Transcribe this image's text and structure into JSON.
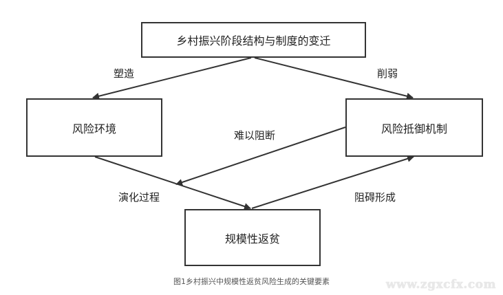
{
  "nodes": {
    "top": "乡村振兴阶段结构与制度的变迁",
    "left": "风险环境",
    "right": "风险抵御机制",
    "bottom": "规模性返贫"
  },
  "edges": {
    "top_to_left": "塑造",
    "top_to_right": "削弱",
    "right_to_middle": "难以阻断",
    "left_to_bottom": "演化过程",
    "bottom_to_right": "阻碍形成"
  },
  "caption": "图1乡村振兴中规模性返贫风险生成的关键要素",
  "watermark": "www.zgxcfx.com"
}
